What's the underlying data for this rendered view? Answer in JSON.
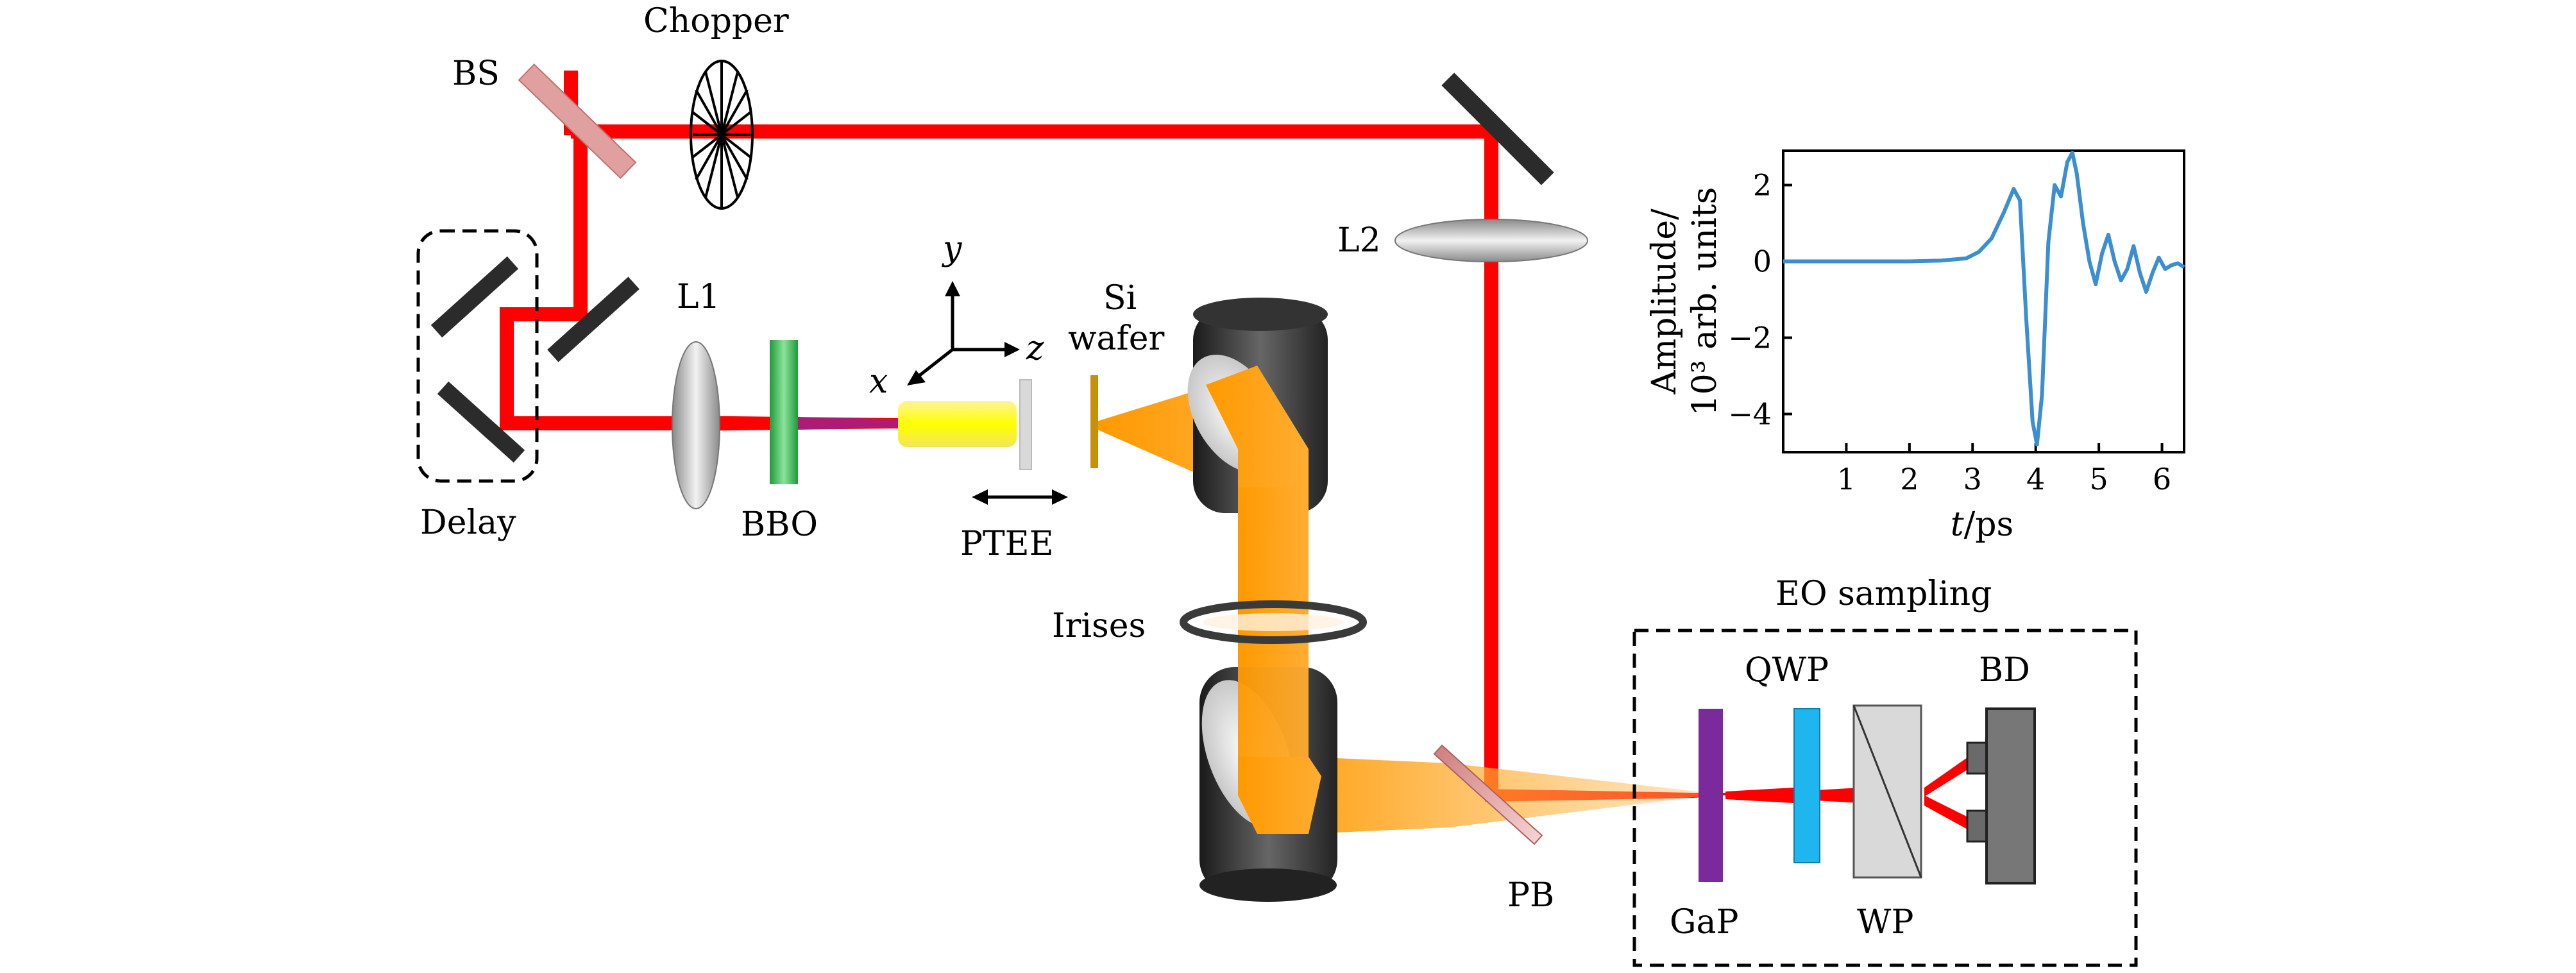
{
  "labels": {
    "bs": "BS",
    "chopper": "Chopper",
    "delay": "Delay",
    "l1": "L1",
    "bbo": "BBO",
    "axis_y": "y",
    "axis_x": "x",
    "axis_z": "z",
    "si_line1": "Si",
    "si_line2": "wafer",
    "ptee": "PTEE",
    "l2": "L2",
    "irises": "Irises",
    "pb": "PB",
    "eo_sampling": "EO sampling",
    "gap": "GaP",
    "qwp": "QWP",
    "wp": "WP",
    "bd": "BD"
  },
  "colors": {
    "beam": "#ff0000",
    "thz": "#ff9900",
    "bbo": "#2fb84a",
    "gap": "#7a2a9a",
    "qwp": "#1fb5ee",
    "mirror": "#2b2b2b",
    "curve": "#3b8fd0"
  },
  "chart_data": {
    "type": "line",
    "title": "",
    "xlabel_italic": "t",
    "xlabel_rest": "/ps",
    "ylabel_line1": "Amplitude/",
    "ylabel_line2": "10³ arb. units",
    "xlim": [
      0,
      6.35
    ],
    "ylim": [
      -5.0,
      2.9
    ],
    "xticks": [
      1,
      2,
      3,
      4,
      5,
      6
    ],
    "yticks": [
      2,
      0,
      -2,
      -4
    ],
    "ytick_labels": [
      "2",
      "0",
      "−2",
      "−4"
    ],
    "series": [
      {
        "x": [
          0.0,
          0.5,
          1.0,
          1.5,
          2.0,
          2.5,
          2.9,
          3.1,
          3.3,
          3.5,
          3.65,
          3.75,
          3.85,
          3.95,
          4.02,
          4.1,
          4.2,
          4.3,
          4.4,
          4.5,
          4.58,
          4.65,
          4.75,
          4.85,
          4.95,
          5.05,
          5.15,
          5.25,
          5.35,
          5.45,
          5.55,
          5.65,
          5.75,
          5.85,
          5.95,
          6.05,
          6.15,
          6.25,
          6.35
        ],
        "y": [
          0.0,
          0.0,
          0.0,
          0.0,
          0.0,
          0.02,
          0.08,
          0.25,
          0.6,
          1.3,
          1.9,
          1.6,
          -1.5,
          -4.2,
          -4.8,
          -3.5,
          0.5,
          2.0,
          1.7,
          2.6,
          2.85,
          2.3,
          1.0,
          0.0,
          -0.6,
          0.2,
          0.7,
          0.0,
          -0.5,
          -0.2,
          0.4,
          -0.3,
          -0.8,
          -0.3,
          0.1,
          -0.2,
          -0.1,
          -0.05,
          -0.15
        ]
      }
    ]
  }
}
